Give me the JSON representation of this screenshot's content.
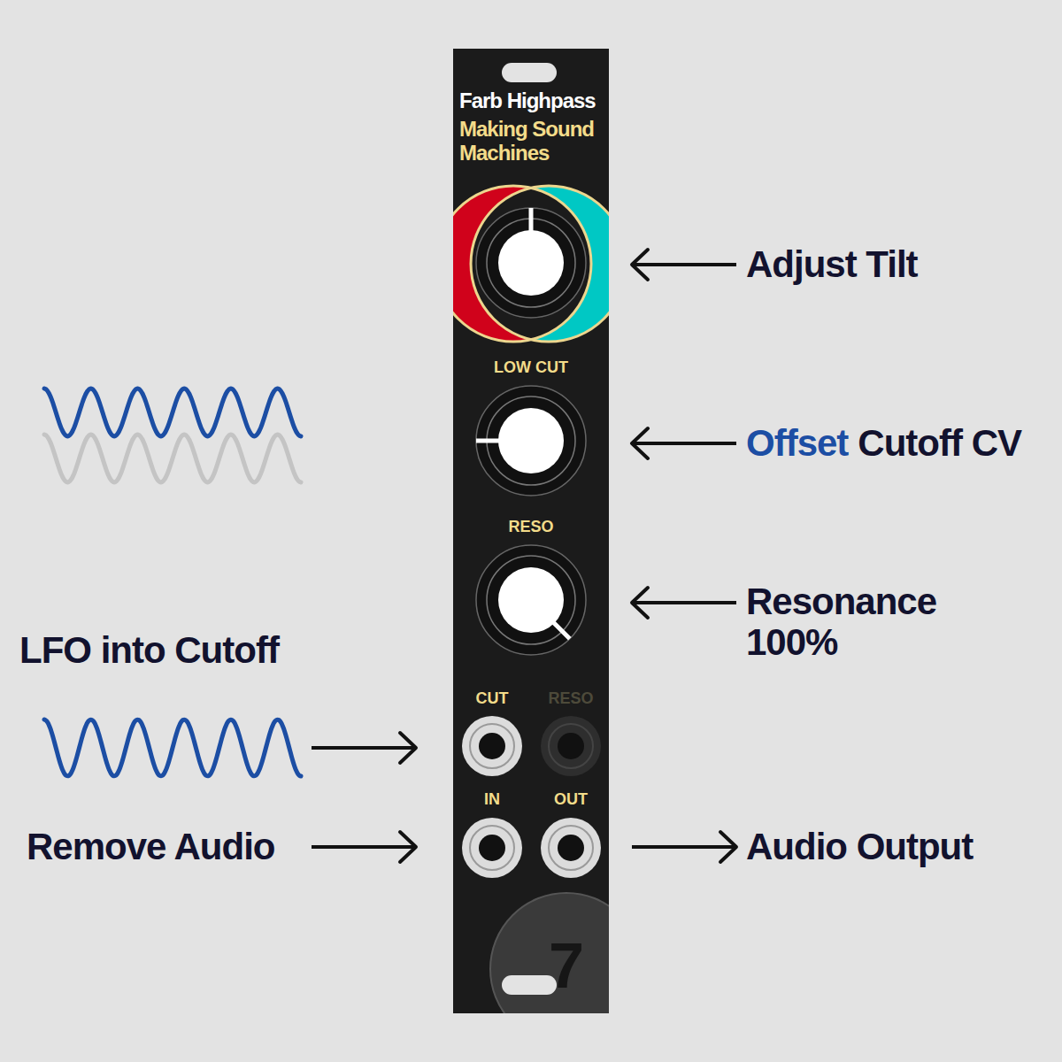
{
  "diagram": {
    "nodes": [
      {
        "text": [
          "Farb Highpass",
          "Making Sound Machines",
          "LOW CUT",
          "RESO",
          "CUT",
          "RESO",
          "IN",
          "OUT",
          "7"
        ]
      }
    ],
    "labels": [
      "Adjust Tilt",
      "Offset",
      "Cutoff CV",
      "Resonance 100%",
      "LFO into Cutoff",
      "Remove Audio",
      "Audio Output"
    ]
  }
}
